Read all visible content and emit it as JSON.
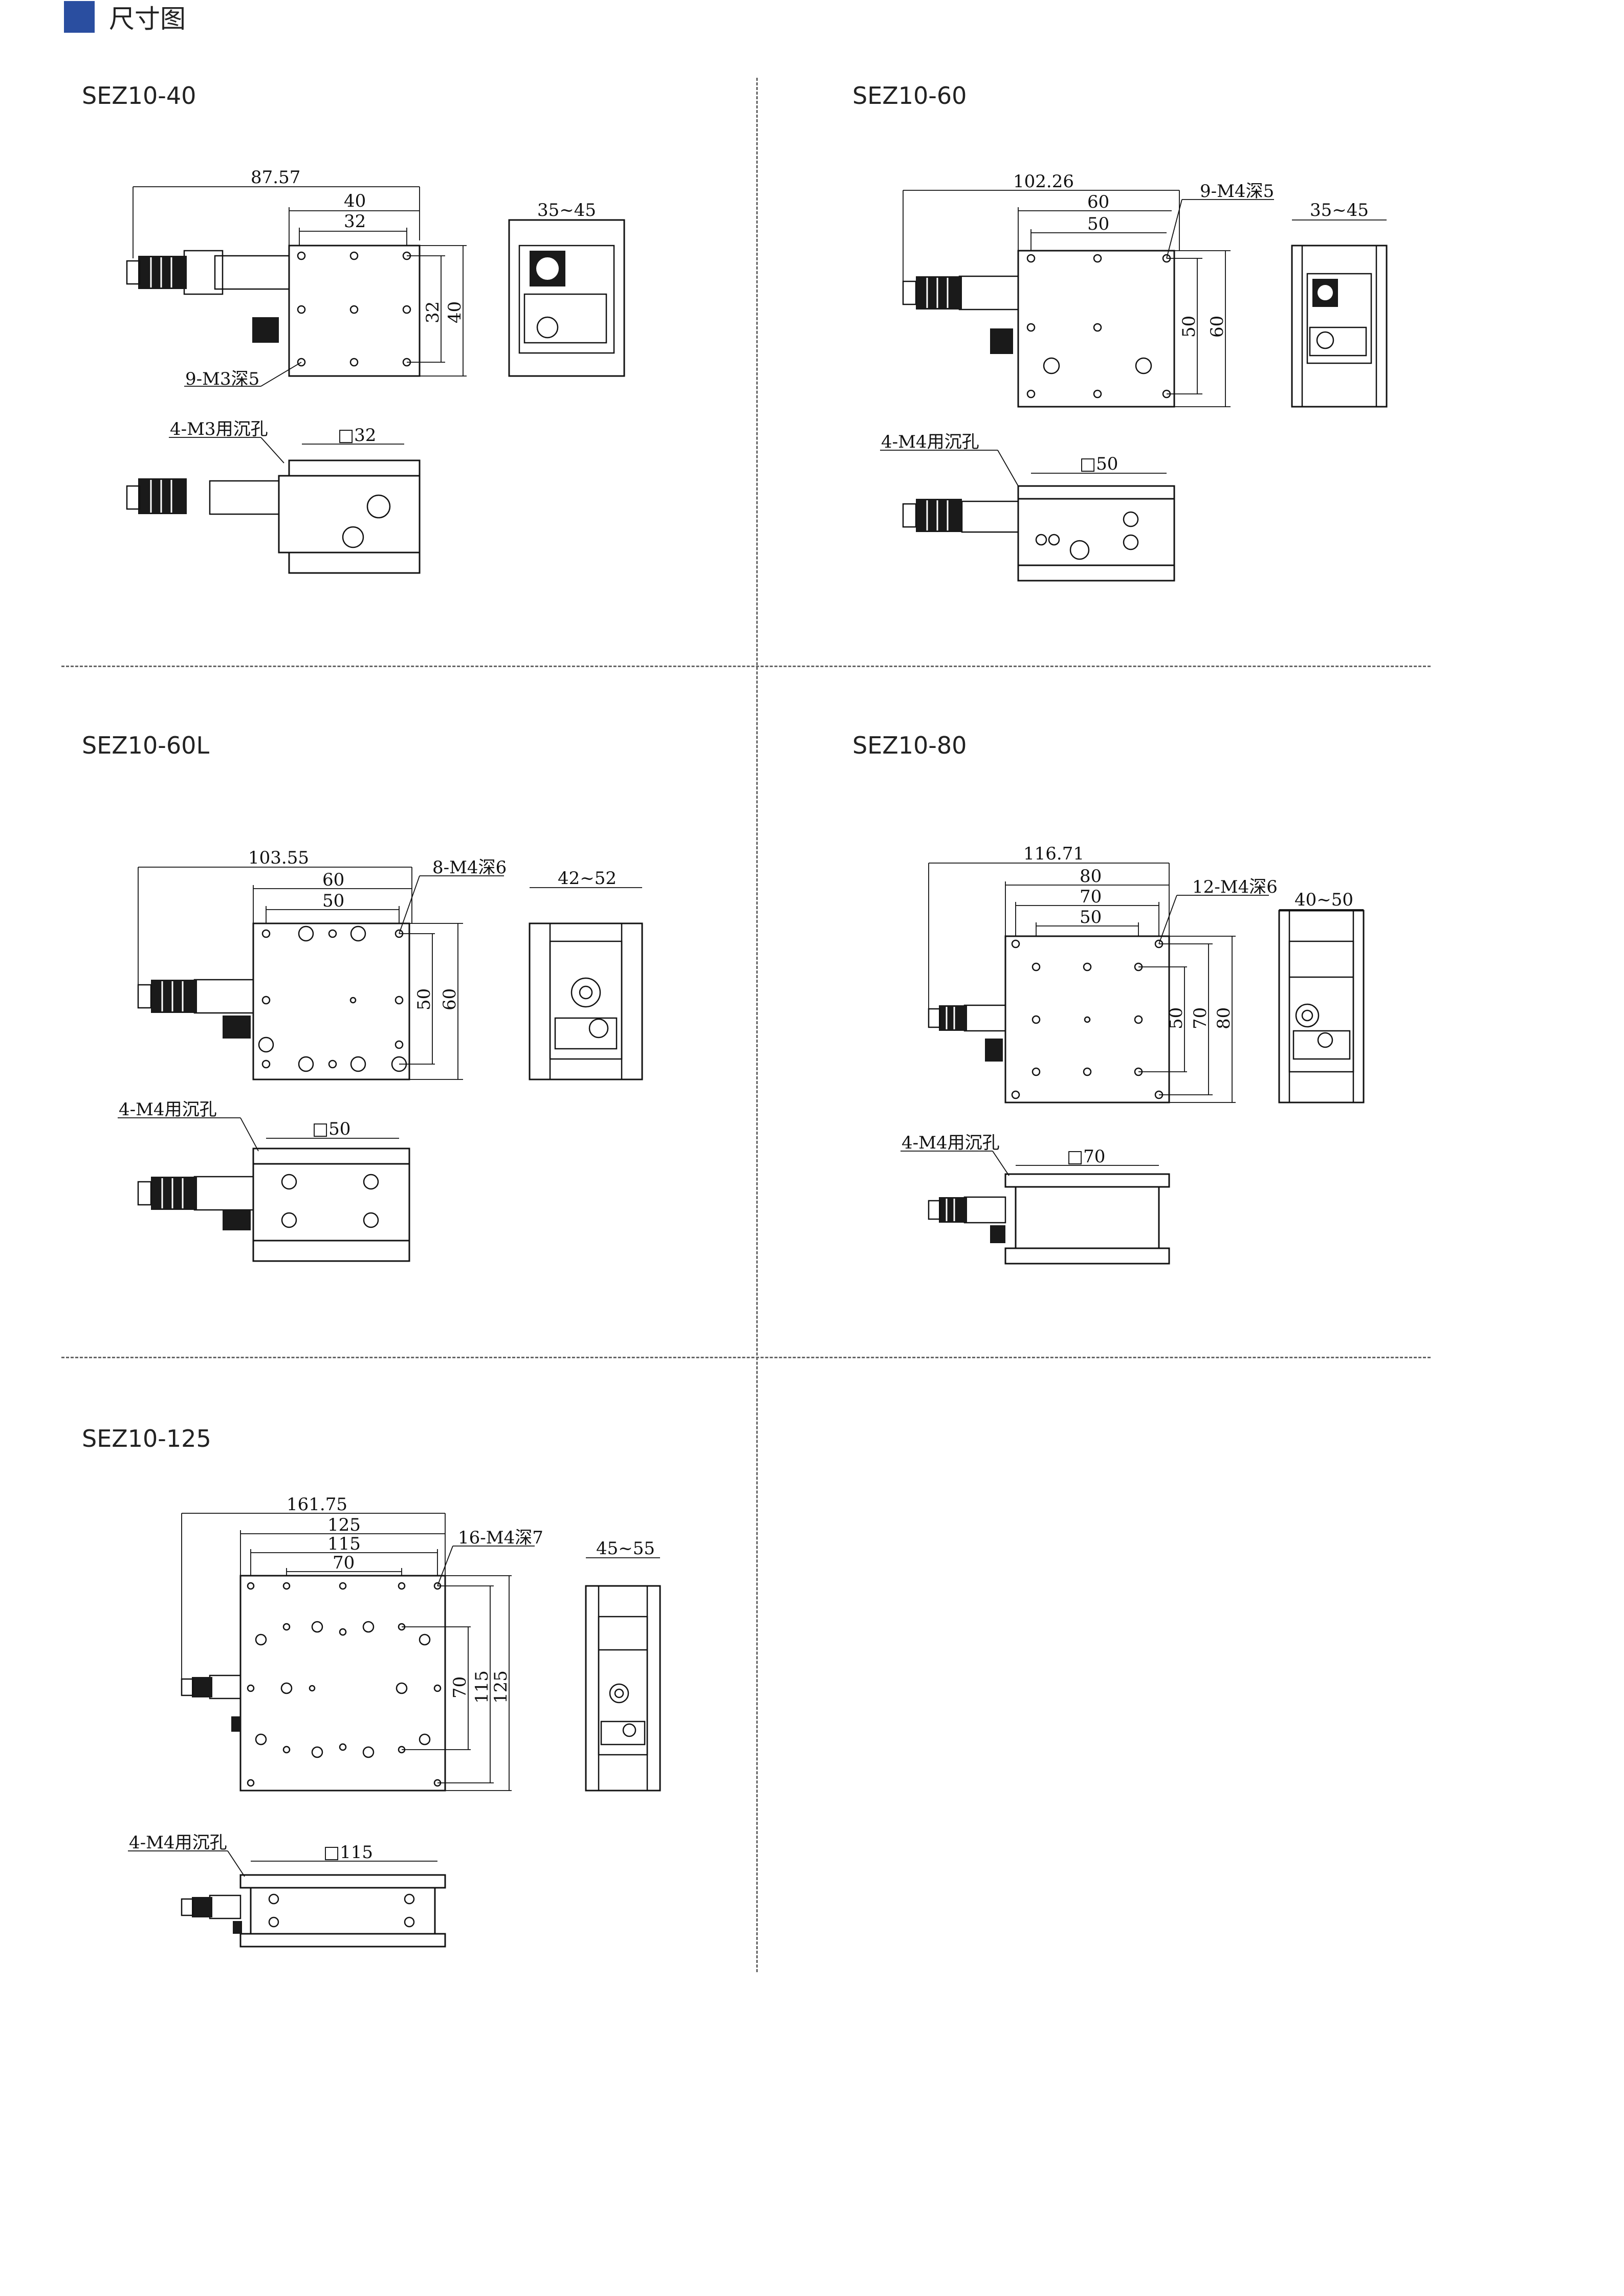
{
  "header": {
    "title": "尺寸图",
    "accent_color": "#2a4ea0"
  },
  "sections": {
    "s1": {
      "title": "SEZ10-40",
      "dims": {
        "overall": "87.57",
        "w1": "40",
        "w2": "32",
        "h1": "32",
        "h2": "40",
        "side": "35~45",
        "holes": "9-M3深5",
        "cb": "4-M3用沉孔",
        "sq": "□32"
      }
    },
    "s2": {
      "title": "SEZ10-60",
      "dims": {
        "overall": "102.26",
        "w1": "60",
        "w2": "50",
        "h1": "50",
        "h2": "60",
        "side": "35~45",
        "holes": "9-M4深5",
        "cb": "4-M4用沉孔",
        "sq": "□50"
      }
    },
    "s3": {
      "title": "SEZ10-60L",
      "dims": {
        "overall": "103.55",
        "w1": "60",
        "w2": "50",
        "h1": "50",
        "h2": "60",
        "side": "42~52",
        "holes": "8-M4深6",
        "cb": "4-M4用沉孔",
        "sq": "□50"
      }
    },
    "s4": {
      "title": "SEZ10-80",
      "dims": {
        "overall": "116.71",
        "w1": "80",
        "w2": "70",
        "w3": "50",
        "h1": "50",
        "h2": "70",
        "h3": "80",
        "side": "40~50",
        "holes": "12-M4深6",
        "cb": "4-M4用沉孔",
        "sq": "□70"
      }
    },
    "s5": {
      "title": "SEZ10-125",
      "dims": {
        "overall": "161.75",
        "w1": "125",
        "w2": "115",
        "w3": "70",
        "h1": "70",
        "h2": "115",
        "h3": "125",
        "side": "45~55",
        "holes": "16-M4深7",
        "cb": "4-M4用沉孔",
        "sq": "□115"
      }
    }
  }
}
